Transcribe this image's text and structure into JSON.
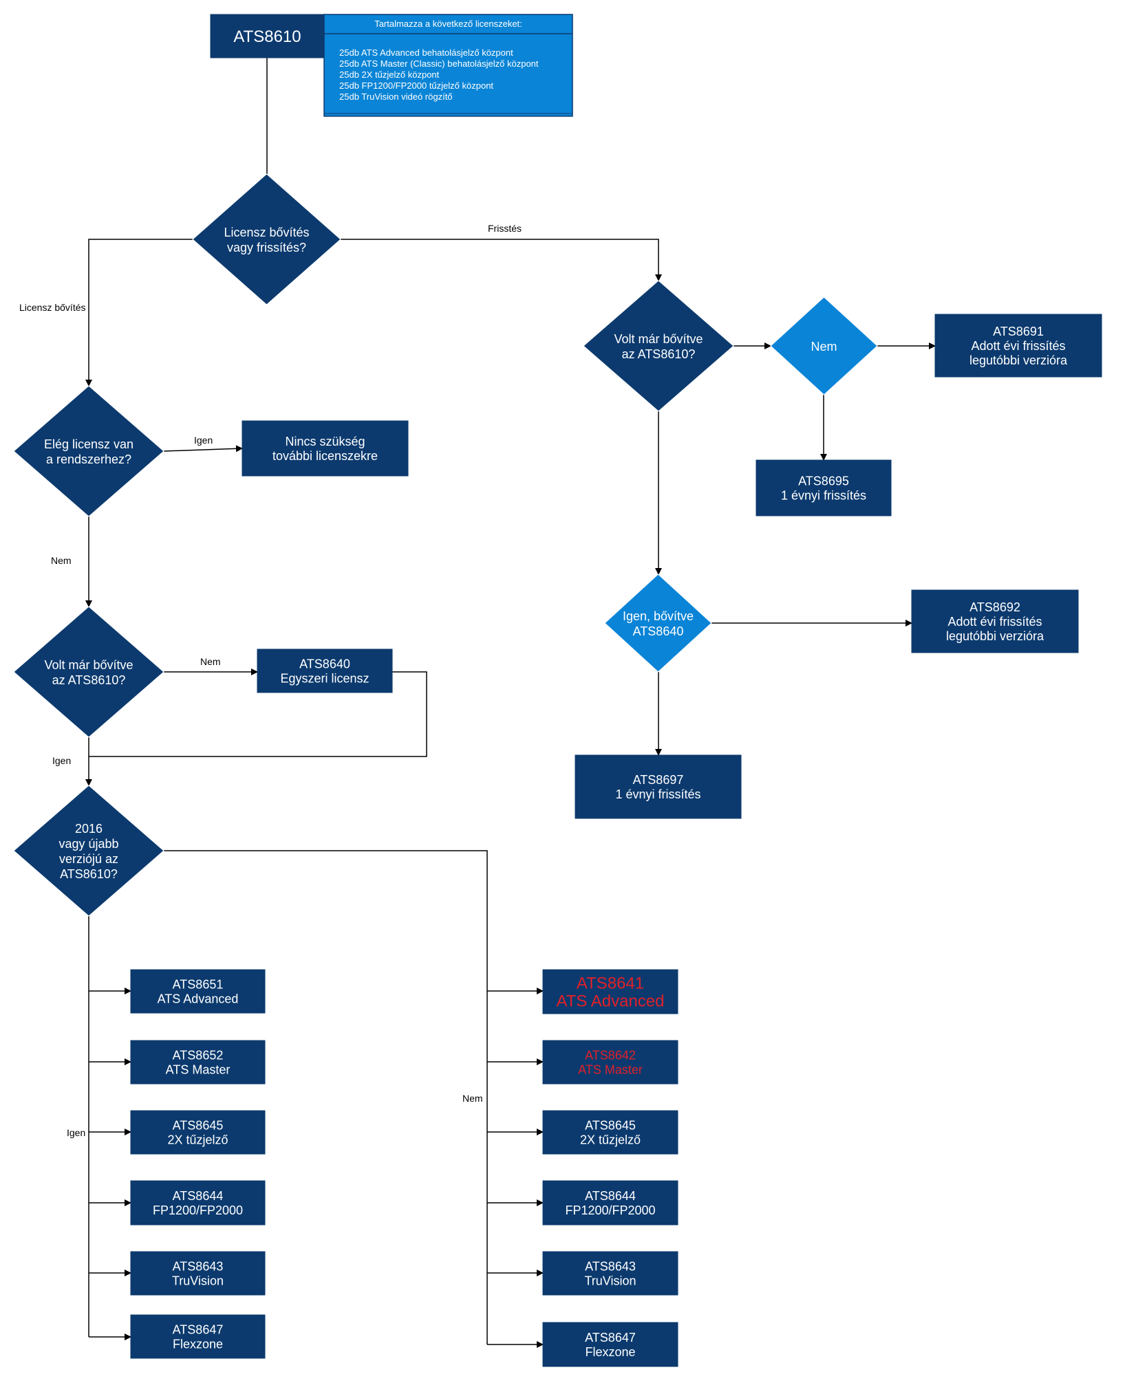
{
  "colors": {
    "dark": "#0c3a6e",
    "light": "#0a84d6",
    "white": "#ffffff",
    "red": "#e0202a",
    "line": "#000000"
  },
  "nodes": [
    {
      "id": "ats8610",
      "shape": "rect",
      "fill": "dark",
      "text_color": "white",
      "lines": [
        "ATS8610"
      ]
    },
    {
      "id": "included-licenses",
      "shape": "panel",
      "fill": "light",
      "text_color": "white",
      "header": "Tartalmazza a következő licenszeket:",
      "lines": [
        "25db ATS Advanced behatolásjelző központ",
        "25db ATS Master (Classic) behatolásjelző központ",
        "25db 2X tűzjelző központ",
        "25db FP1200/FP2000 tűzjelző központ",
        "25db TruVision videó rögzítő"
      ]
    },
    {
      "id": "d-expand-or-upgrade",
      "shape": "diamond",
      "fill": "dark",
      "text_color": "white",
      "lines": [
        "Licensz bővítés",
        "vagy frissítés?"
      ]
    },
    {
      "id": "d-enough-licenses",
      "shape": "diamond",
      "fill": "dark",
      "text_color": "white",
      "lines": [
        "Elég licensz van",
        "a rendszerhez?"
      ]
    },
    {
      "id": "no-more-licenses",
      "shape": "rect",
      "fill": "dark",
      "text_color": "white",
      "lines": [
        "Nincs szükség",
        "további licenszekre"
      ]
    },
    {
      "id": "d-expanded-left",
      "shape": "diamond",
      "fill": "dark",
      "text_color": "white",
      "lines": [
        "Volt már bővítve",
        "az ATS8610?"
      ]
    },
    {
      "id": "ats8640-single",
      "shape": "rect",
      "fill": "dark",
      "text_color": "white",
      "lines": [
        "ATS8640",
        "Egyszeri licensz"
      ]
    },
    {
      "id": "d-2016-version",
      "shape": "diamond",
      "fill": "dark",
      "text_color": "white",
      "lines": [
        "2016",
        "vagy újabb",
        "verziójú az",
        "ATS8610?"
      ]
    },
    {
      "id": "d-expanded-right",
      "shape": "diamond",
      "fill": "dark",
      "text_color": "white",
      "lines": [
        "Volt már bővítve",
        "az ATS8610?"
      ]
    },
    {
      "id": "d-nem",
      "shape": "diamond",
      "fill": "light",
      "text_color": "white",
      "lines": [
        "Nem"
      ]
    },
    {
      "id": "ats8691",
      "shape": "rect",
      "fill": "dark",
      "text_color": "white",
      "lines": [
        "ATS8691",
        "Adott évi frissítés",
        "legutóbbi verzióra"
      ]
    },
    {
      "id": "ats8695",
      "shape": "rect",
      "fill": "dark",
      "text_color": "white",
      "lines": [
        "ATS8695",
        "1 évnyi frissítés"
      ]
    },
    {
      "id": "d-igen-bovitve",
      "shape": "diamond",
      "fill": "light",
      "text_color": "white",
      "lines": [
        "Igen, bővítve",
        "ATS8640"
      ]
    },
    {
      "id": "ats8692",
      "shape": "rect",
      "fill": "dark",
      "text_color": "white",
      "lines": [
        "ATS8692",
        "Adott évi frissítés",
        "legutóbbi verzióra"
      ]
    },
    {
      "id": "ats8697",
      "shape": "rect",
      "fill": "dark",
      "text_color": "white",
      "lines": [
        "ATS8697",
        "1 évnyi frissítés"
      ]
    },
    {
      "id": "ats8651",
      "shape": "rect",
      "fill": "dark",
      "text_color": "white",
      "lines": [
        "ATS8651",
        "ATS Advanced"
      ]
    },
    {
      "id": "ats8652",
      "shape": "rect",
      "fill": "dark",
      "text_color": "white",
      "lines": [
        "ATS8652",
        "ATS Master"
      ]
    },
    {
      "id": "ats8645-left",
      "shape": "rect",
      "fill": "dark",
      "text_color": "white",
      "lines": [
        "ATS8645",
        "2X tűzjelző"
      ]
    },
    {
      "id": "ats8644-left",
      "shape": "rect",
      "fill": "dark",
      "text_color": "white",
      "lines": [
        "ATS8644",
        "FP1200/FP2000"
      ]
    },
    {
      "id": "ats8643-left",
      "shape": "rect",
      "fill": "dark",
      "text_color": "white",
      "lines": [
        "ATS8643",
        "TruVision"
      ]
    },
    {
      "id": "ats8647-left",
      "shape": "rect",
      "fill": "dark",
      "text_color": "white",
      "lines": [
        "ATS8647",
        "Flexzone"
      ]
    },
    {
      "id": "ats8641",
      "shape": "rect",
      "fill": "dark",
      "text_color": "red",
      "large": true,
      "lines": [
        "ATS8641",
        "ATS Advanced"
      ]
    },
    {
      "id": "ats8642",
      "shape": "rect",
      "fill": "dark",
      "text_color": "red",
      "lines": [
        "ATS8642",
        "ATS Master"
      ]
    },
    {
      "id": "ats8645-right",
      "shape": "rect",
      "fill": "dark",
      "text_color": "white",
      "lines": [
        "ATS8645",
        "2X tűzjelző"
      ]
    },
    {
      "id": "ats8644-right",
      "shape": "rect",
      "fill": "dark",
      "text_color": "white",
      "lines": [
        "ATS8644",
        "FP1200/FP2000"
      ]
    },
    {
      "id": "ats8643-right",
      "shape": "rect",
      "fill": "dark",
      "text_color": "white",
      "lines": [
        "ATS8643",
        "TruVision"
      ]
    },
    {
      "id": "ats8647-right",
      "shape": "rect",
      "fill": "dark",
      "text_color": "white",
      "lines": [
        "ATS8647",
        "Flexzone"
      ]
    }
  ],
  "edges": [
    {
      "id": "e1",
      "from": "ats8610",
      "to": "d-expand-or-upgrade",
      "label": "",
      "arrow": false
    },
    {
      "id": "e2",
      "from": "d-expand-or-upgrade",
      "to": "d-enough-licenses",
      "label": "Licensz bővítés",
      "arrow": true
    },
    {
      "id": "e3",
      "from": "d-expand-or-upgrade",
      "to": "d-expanded-right",
      "label": "Frisstés",
      "arrow": true
    },
    {
      "id": "e4",
      "from": "d-enough-licenses",
      "to": "no-more-licenses",
      "label": "Igen",
      "arrow": true
    },
    {
      "id": "e5",
      "from": "d-enough-licenses",
      "to": "d-expanded-left",
      "label": "Nem",
      "arrow": true
    },
    {
      "id": "e6",
      "from": "d-expanded-left",
      "to": "ats8640-single",
      "label": "Nem",
      "arrow": true
    },
    {
      "id": "e7",
      "from": "d-expanded-left",
      "to": "d-2016-version",
      "label": "Igen",
      "arrow": true
    },
    {
      "id": "e8",
      "from": "ats8640-single",
      "to": "d-2016-version",
      "label": "",
      "arrow": false
    },
    {
      "id": "e9",
      "from": "d-expanded-right",
      "to": "d-nem",
      "label": "",
      "arrow": true
    },
    {
      "id": "e10",
      "from": "d-nem",
      "to": "ats8691",
      "label": "",
      "arrow": true
    },
    {
      "id": "e11",
      "from": "d-nem",
      "to": "ats8695",
      "label": "",
      "arrow": true
    },
    {
      "id": "e12",
      "from": "d-expanded-right",
      "to": "d-igen-bovitve",
      "label": "",
      "arrow": true
    },
    {
      "id": "e13",
      "from": "d-igen-bovitve",
      "to": "ats8692",
      "label": "",
      "arrow": true
    },
    {
      "id": "e14",
      "from": "d-igen-bovitve",
      "to": "ats8697",
      "label": "",
      "arrow": true
    },
    {
      "id": "e15",
      "from": "d-2016-version",
      "to": "left-products",
      "label": "Igen",
      "arrow": true
    },
    {
      "id": "e16",
      "from": "d-2016-version",
      "to": "right-products",
      "label": "Nem",
      "arrow": true
    }
  ]
}
